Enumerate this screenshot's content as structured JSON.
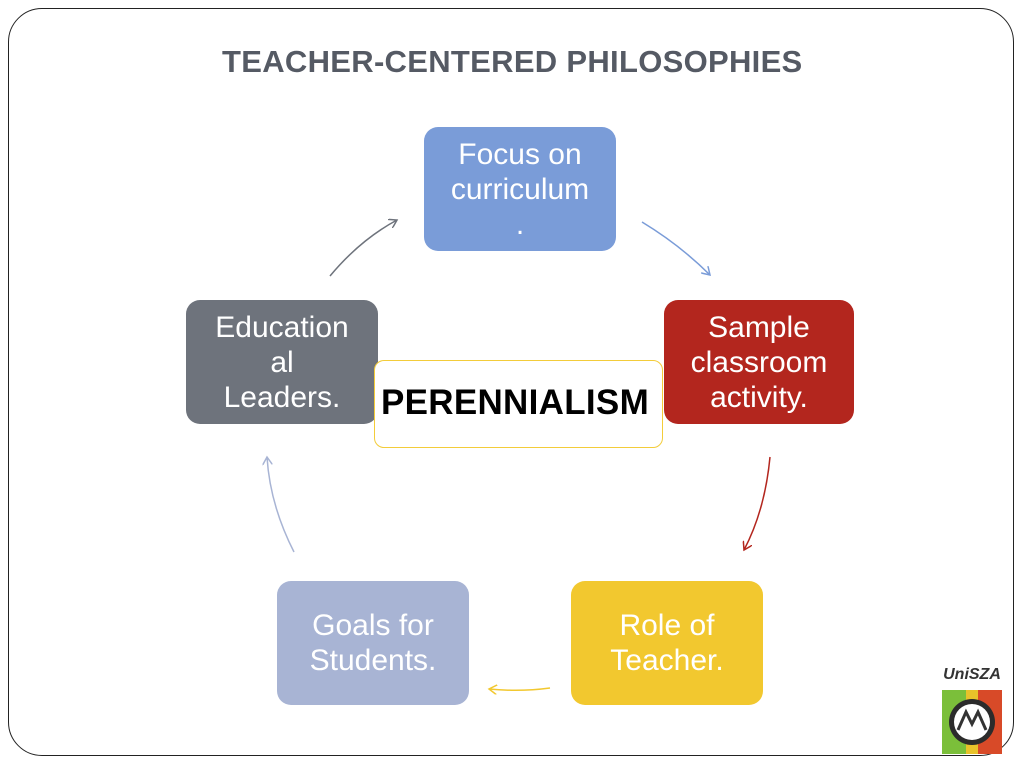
{
  "title": "TEACHER-CENTERED PHILOSOPHIES",
  "center": "PERENNIALISM",
  "nodes": [
    {
      "id": "focus",
      "text": "Focus on\ncurriculum\n.",
      "color": "#7a9cd8"
    },
    {
      "id": "sample",
      "text": "Sample\nclassroom\nactivity.",
      "color": "#b3261e"
    },
    {
      "id": "role",
      "text": "Role of\nTeacher.",
      "color": "#f2c82f"
    },
    {
      "id": "goals",
      "text": "Goals for\nStudents.",
      "color": "#a8b4d4"
    },
    {
      "id": "leaders",
      "text": "Education\nal\nLeaders.",
      "color": "#6e737c"
    }
  ],
  "logo": {
    "text": "UniSZA"
  }
}
